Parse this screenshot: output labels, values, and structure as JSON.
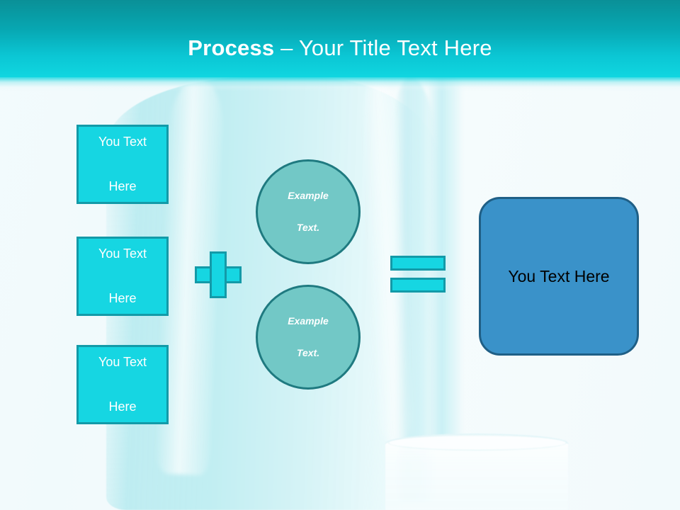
{
  "slide": {
    "title": {
      "bold_part": "Process",
      "separator": " – ",
      "light_part": "Your Title Text Here"
    },
    "background": {
      "description": "photo-style pale cyan bottle and glass silhouette",
      "page_color": "#f4fbfd"
    }
  },
  "colors": {
    "header_top": "#0a9097",
    "header_bottom": "#10d6e0",
    "cyan_fill": "#16d6e2",
    "cyan_border": "#139aa8",
    "circle_fill": "#72c8c6",
    "circle_border": "#1f7a80",
    "result_fill": "#3a92c9",
    "result_border": "#1f5f86",
    "title_text": "#ffffff",
    "result_text": "#000000"
  },
  "inputs": [
    {
      "label": "You Text\nHere",
      "line1": "You Text",
      "line2": "Here"
    },
    {
      "label": "You Text\nHere",
      "line1": "You Text",
      "line2": "Here"
    },
    {
      "label": "You Text\nHere",
      "line1": "You Text",
      "line2": "Here"
    }
  ],
  "circles": [
    {
      "line1": "Example",
      "line2": "Text."
    },
    {
      "line1": "Example",
      "line2": "Text."
    }
  ],
  "operators": {
    "plus": "+",
    "equals": "="
  },
  "result": {
    "label": "You Text Here"
  }
}
